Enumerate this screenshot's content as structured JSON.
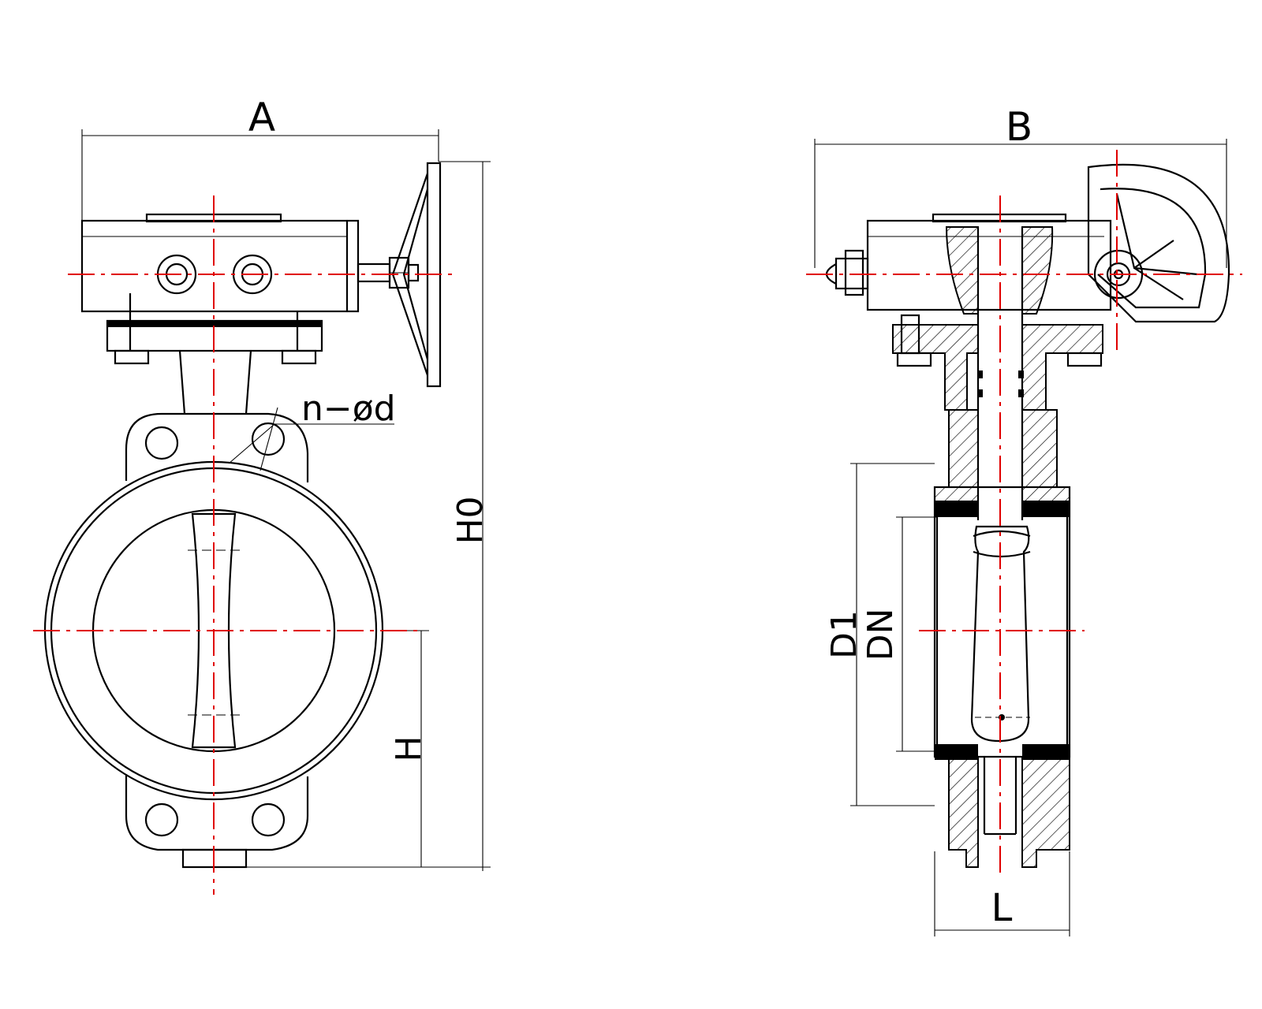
{
  "drawing": {
    "labels": {
      "A": "A",
      "B": "B",
      "H0": "H0",
      "H": "H",
      "n_d": "n−ød",
      "D1": "D1",
      "DN": "DN",
      "L": "L"
    },
    "colors": {
      "outline": "#000000",
      "centerline": "#e00000"
    }
  }
}
